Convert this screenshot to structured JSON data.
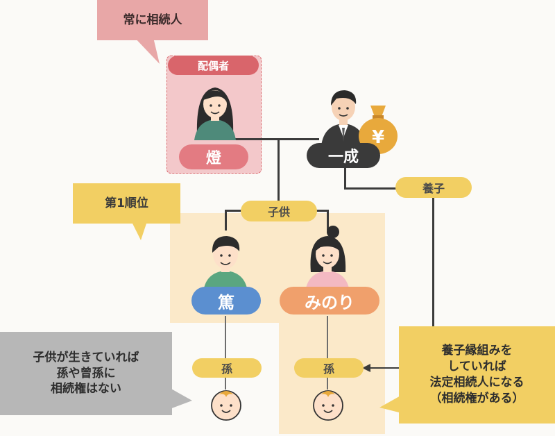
{
  "callouts": {
    "always_heir": "常に相続人",
    "first_rank": "第1順位",
    "no_right_line1": "子供が生きていれば",
    "no_right_line2": "孫や曾孫に",
    "no_right_line3": "相続権はない",
    "adopted_line1": "養子縁組みを",
    "adopted_line2": "していれば",
    "adopted_line3": "法定相続人になる",
    "adopted_line4": "（相続権がある）"
  },
  "labels": {
    "spouse": "配偶者",
    "spouse_name": "燈",
    "deceased_name": "一成",
    "children": "子供",
    "adopted_child": "養子",
    "child1_name": "篤",
    "child2_name": "みのり",
    "grandchild1": "孫",
    "grandchild2": "孫",
    "money_symbol": "¥"
  },
  "colors": {
    "spouse_red": "#d9656b",
    "spouse_pink": "#f3c8ca",
    "deceased_dark": "#3a3a3a",
    "yellow": "#f2cf63",
    "blue": "#5b8fd0",
    "orange": "#f0a06c",
    "gray": "#b7b7b7",
    "first_rank_bg": "#fbe9c9",
    "gold": "#e8a93c"
  }
}
